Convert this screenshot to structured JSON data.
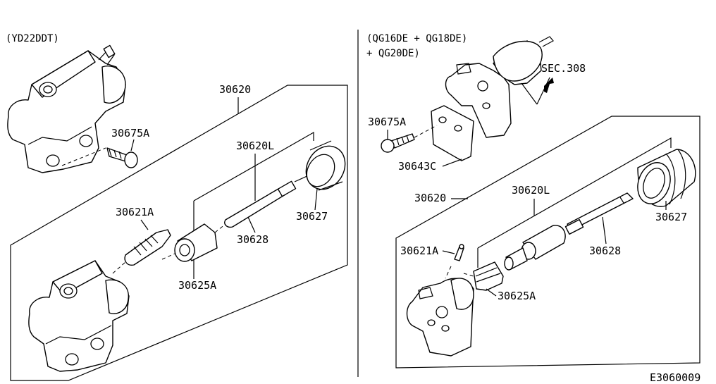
{
  "left_panel": {
    "engine": "(YD22DDT)",
    "labels": {
      "assembly": "30620",
      "bolt": "30675A",
      "piston_rod": "30620L",
      "bleeder": "30621A",
      "piston_kit": "30625A",
      "push_rod": "30628",
      "dust_cover": "30627"
    }
  },
  "right_panel": {
    "engine_line1": "(QG16DE + QG18DE)",
    "engine_line2": "+ QG20DE)",
    "labels": {
      "section_ref": "SEC.308",
      "bolt": "30675A",
      "bracket": "30643C",
      "assembly": "30620",
      "piston_rod": "30620L",
      "dust_cover": "30627",
      "bleeder": "30621A",
      "push_rod": "30628",
      "piston_kit": "30625A"
    }
  },
  "figure_id": "E3060009"
}
